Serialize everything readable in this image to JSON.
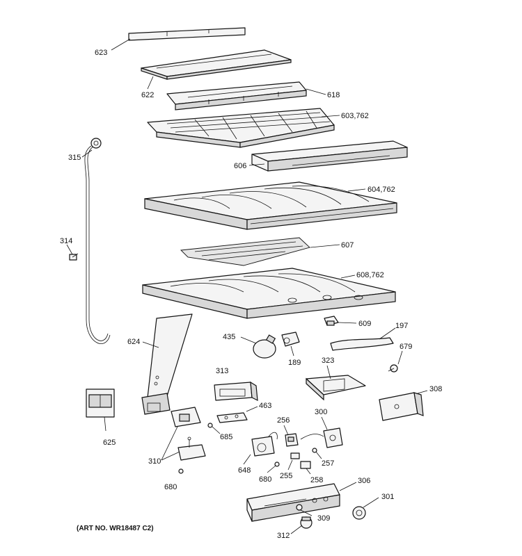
{
  "art_number": "(ART NO. WR18487 C2)",
  "callouts": {
    "p623": "623",
    "p622": "622",
    "p618": "618",
    "p603": "603,762",
    "p606": "606",
    "p604": "604,762",
    "p607": "607",
    "p608": "608,762",
    "p315": "315",
    "p314": "314",
    "p609": "609",
    "p197": "197",
    "p435": "435",
    "p189": "189",
    "p624": "624",
    "p313": "313",
    "p323": "323",
    "p679": "679",
    "p308": "308",
    "p463": "463",
    "p625": "625",
    "p685": "685",
    "p256": "256",
    "p300": "300",
    "p310": "310",
    "p648": "648",
    "p257": "257",
    "p680a": "680",
    "p680b": "680",
    "p255": "255",
    "p258": "258",
    "p306": "306",
    "p301": "301",
    "p309": "309",
    "p312": "312"
  }
}
